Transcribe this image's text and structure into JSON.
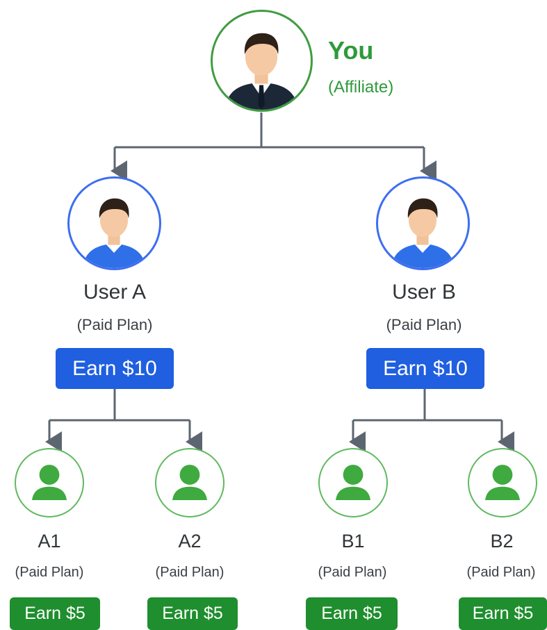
{
  "colors": {
    "root_accent": "#2e9a3a",
    "mid_accent": "#1f5fe0",
    "leaf_accent": "#1f8e2e",
    "connector": "#5d6670"
  },
  "root": {
    "name": "You",
    "subtitle": "(Affiliate)",
    "icon": "businessman-avatar-icon"
  },
  "level1": [
    {
      "name": "User A",
      "subtitle": "(Paid Plan)",
      "badge": "Earn $10",
      "icon": "user-avatar-icon",
      "children": [
        {
          "name": "A1",
          "subtitle": "(Paid Plan)",
          "badge": "Earn $5",
          "icon": "person-icon"
        },
        {
          "name": "A2",
          "subtitle": "(Paid Plan)",
          "badge": "Earn $5",
          "icon": "person-icon"
        }
      ]
    },
    {
      "name": "User B",
      "subtitle": "(Paid Plan)",
      "badge": "Earn $10",
      "icon": "user-avatar-icon",
      "children": [
        {
          "name": "B1",
          "subtitle": "(Paid Plan)",
          "badge": "Earn $5",
          "icon": "person-icon"
        },
        {
          "name": "B2",
          "subtitle": "(Paid Plan)",
          "badge": "Earn $5",
          "icon": "person-icon"
        }
      ]
    }
  ]
}
